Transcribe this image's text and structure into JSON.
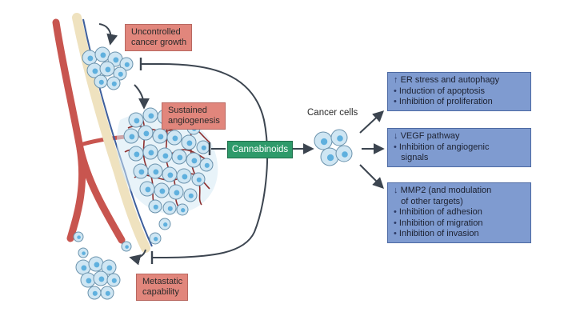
{
  "labels": {
    "uncontrolled": [
      "Uncontrolled",
      "cancer growth"
    ],
    "angiogenesis": [
      "Sustained",
      "angiogenesis"
    ],
    "metastatic": [
      "Metastatic",
      "capability"
    ],
    "cannabinoids": "Cannabinoids",
    "cancer_cells": "Cancer cells"
  },
  "boxes": [
    {
      "lines": [
        {
          "mark": "↑",
          "text": "ER stress and autophagy"
        },
        {
          "mark": "•",
          "text": "Induction of apoptosis"
        },
        {
          "mark": "•",
          "text": "Inhibition of proliferation"
        }
      ]
    },
    {
      "lines": [
        {
          "mark": "↓",
          "text": "VEGF pathway"
        },
        {
          "mark": "•",
          "text": "Inhibition of  angiogenic"
        },
        {
          "mark": "",
          "text": "signals"
        }
      ]
    },
    {
      "lines": [
        {
          "mark": "↓",
          "text": "MMP2 (and modulation"
        },
        {
          "mark": "",
          "text": "of other targets)"
        },
        {
          "mark": "•",
          "text": "Inhibition of adhesion"
        },
        {
          "mark": "•",
          "text": "Inhibition of migration"
        },
        {
          "mark": "•",
          "text": "Inhibition of invasion"
        }
      ]
    }
  ],
  "colors": {
    "vessel": "#c8554f",
    "vessel_dark": "#a23e3a",
    "cell_fill": "#cfe6f3",
    "cell_nucleus": "#5fb0de",
    "salmon": "#e1867c",
    "green": "#2e9a6a",
    "box_blue": "#7f9bd0",
    "arrow": "#3c4550"
  }
}
